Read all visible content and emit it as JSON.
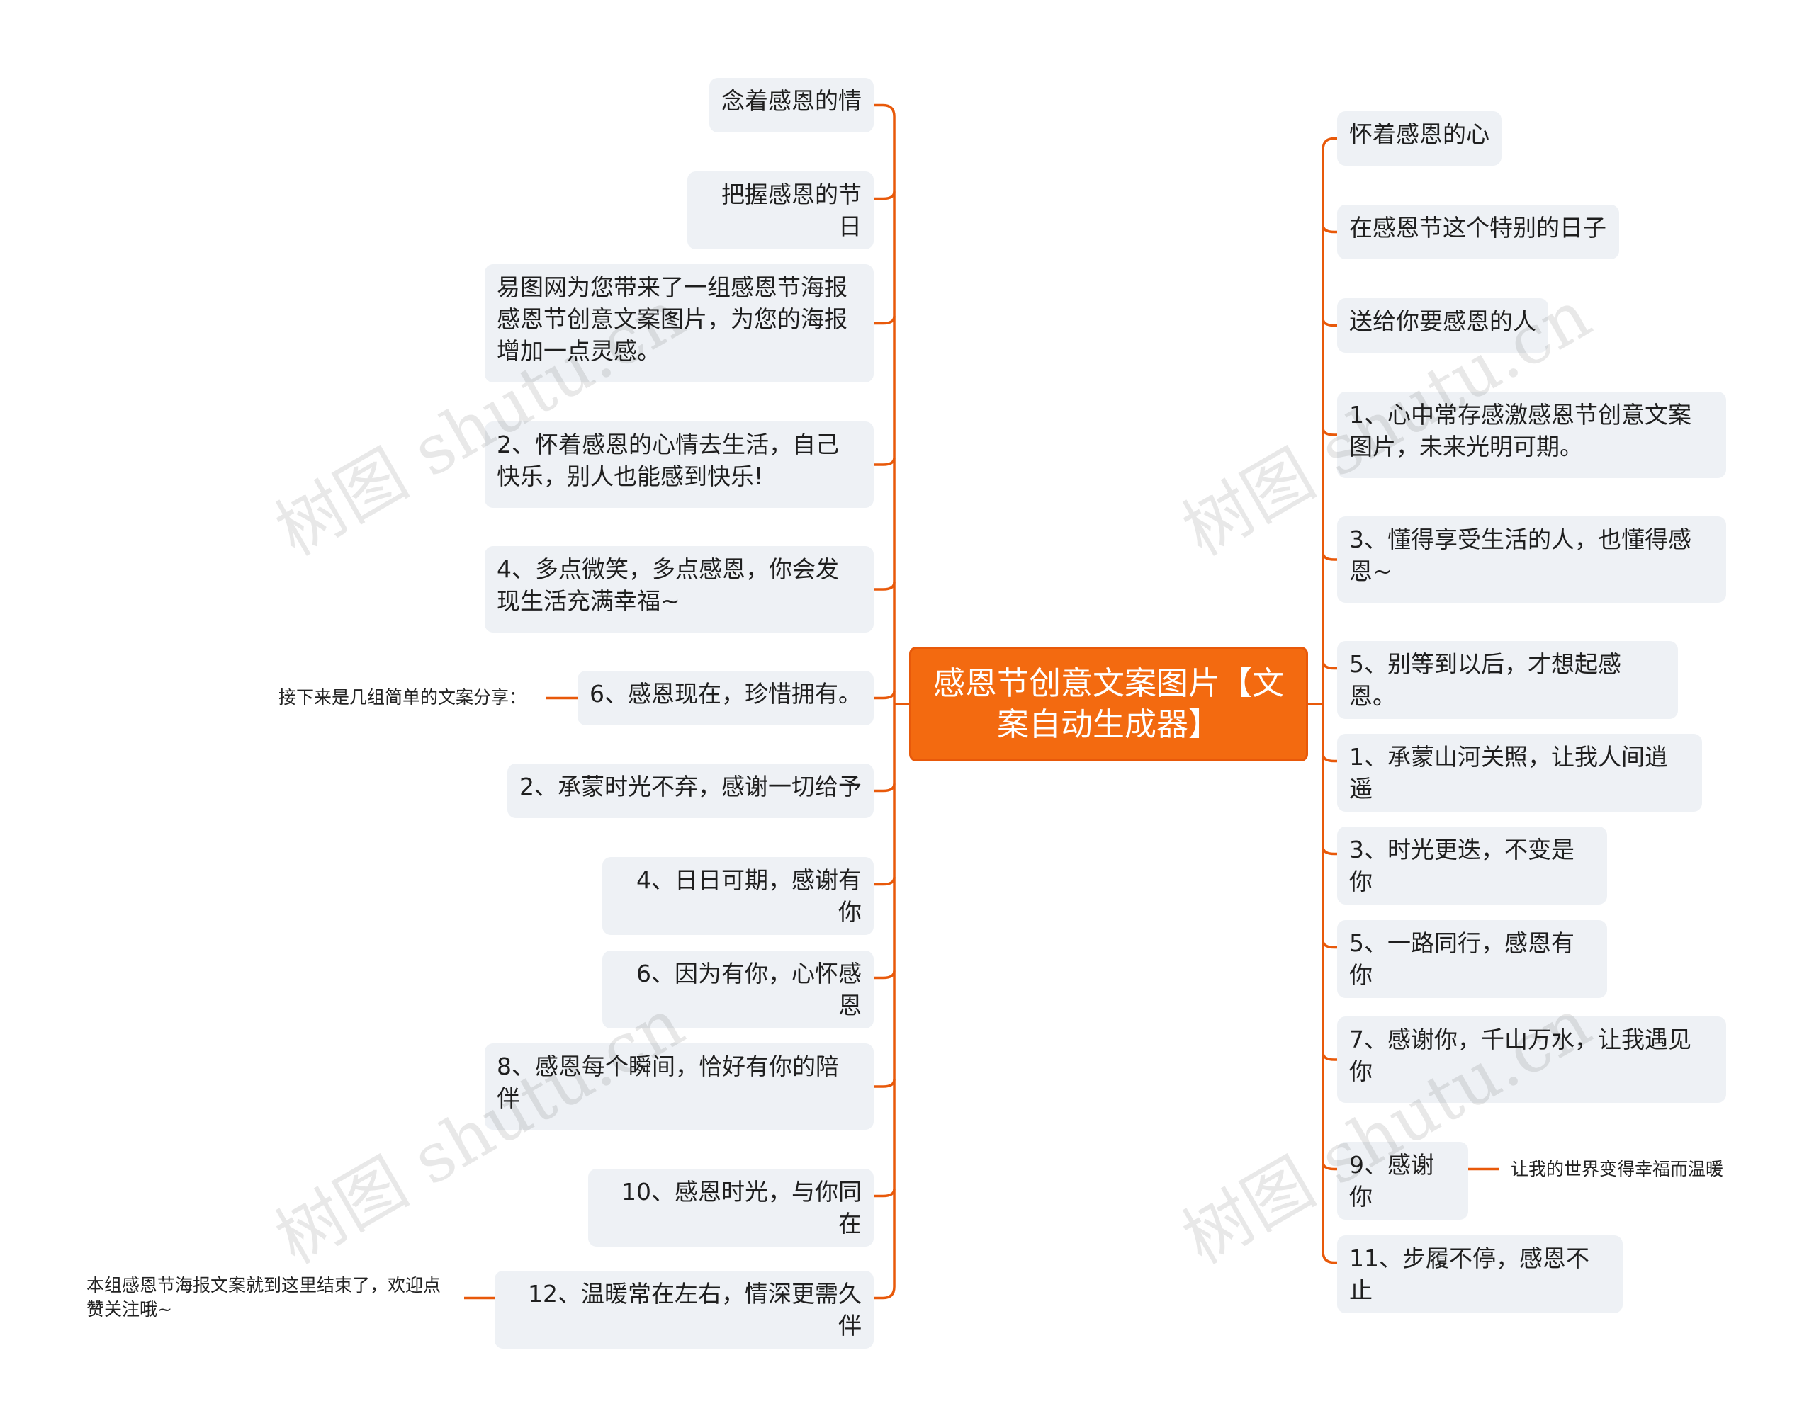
{
  "root": {
    "text": "感恩节创意文案图片【文\n案自动生成器】"
  },
  "left_nodes": [
    "念着感恩的情",
    "把握感恩的节日",
    "易图网为您带来了一组感恩节海报\n感恩节创意文案图片，为您的海报\n增加一点灵感。",
    "2、怀着感恩的心情去生活，自己\n快乐，别人也能感到快乐!",
    "4、多点微笑，多点感恩，你会发\n现生活充满幸福~",
    "6、感恩现在，珍惜拥有。",
    "2、承蒙时光不弃，感谢一切给予",
    "4、日日可期，感谢有你",
    "6、因为有你，心怀感恩",
    "8、感恩每个瞬间，恰好有你的陪\n伴",
    "10、感恩时光，与你同在",
    "12、温暖常在左右，情深更需久伴"
  ],
  "right_nodes": [
    "怀着感恩的心",
    "在感恩节这个特别的日子",
    "送给你要感恩的人",
    "1、心中常存感激感恩节创意文案\n图片，未来光明可期。",
    "3、懂得享受生活的人，也懂得感\n恩~",
    "5、别等到以后，才想起感恩。",
    "1、承蒙山河关照，让我人间逍遥",
    "3、时光更迭，不变是你",
    "5、一路同行，感恩有你",
    "7、感谢你，千山万水，让我遇见\n你",
    "9、感谢你",
    "11、步履不停，感恩不止"
  ],
  "sub_nodes": {
    "left_6": "接下来是几组简单的文案分享：",
    "left_12": "本组感恩节海报文案就到这里结束了，欢迎点\n赞关注哦~",
    "right_9": "让我的世界变得幸福而温暖"
  },
  "watermark": "树图 shutu.cn",
  "colors": {
    "accent": "#f36a10",
    "line": "#e8590a",
    "node_bg": "#eef1f5"
  }
}
